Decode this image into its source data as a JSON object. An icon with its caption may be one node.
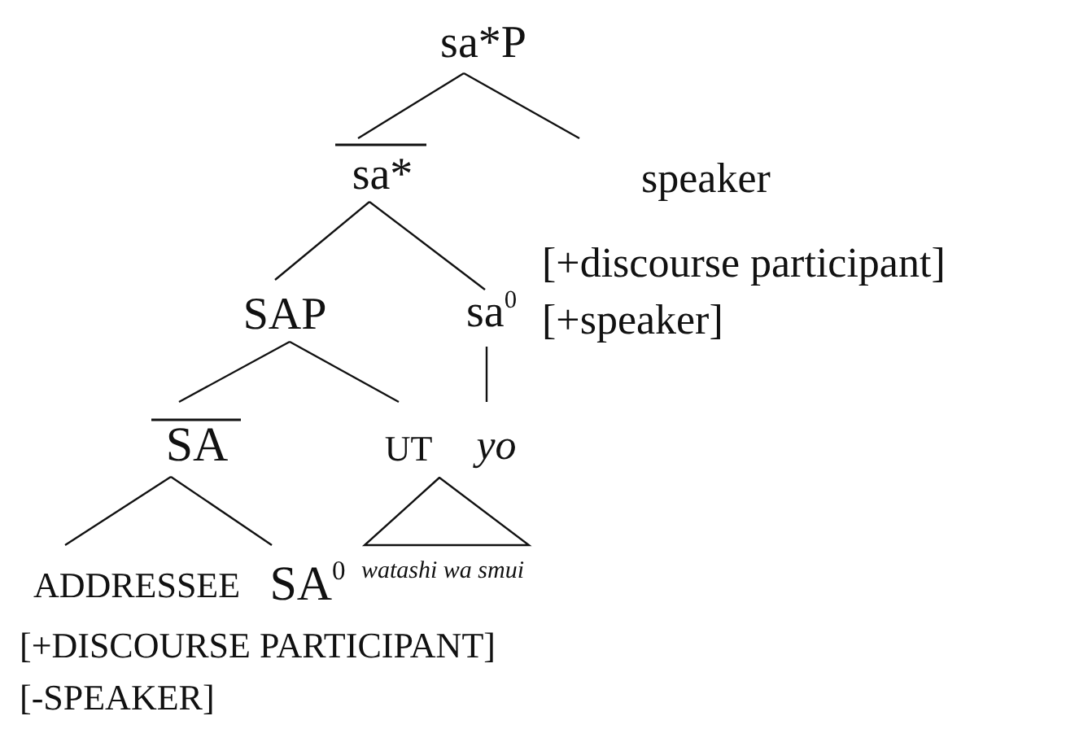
{
  "diagram": {
    "nodes": [
      {
        "text": [
          "sa*P"
        ]
      },
      {
        "text": [
          "sa*"
        ]
      },
      {
        "text": [
          "speaker",
          "[+discourse participant]",
          "[+speaker]"
        ]
      },
      {
        "text": [
          "SAP"
        ]
      },
      {
        "text": [
          "sa$^{0}$"
        ]
      },
      {
        "text": [
          "SA"
        ]
      },
      {
        "text": [
          "UT"
        ]
      },
      {
        "text": [
          "yo"
        ]
      },
      {
        "text": [
          "ADDRESSEE"
        ],
        "beside": [
          "[+DISCOURSE PARTICIPANT]",
          "[-SPEAKER]"
        ]
      },
      {
        "text": [
          "SA$^{0}$"
        ]
      },
      {
        "text": [
          "watashi wa smui"
        ]
      }
    ],
    "edges": [
      {
        "from": 0,
        "to": 1,
        "arrow": "none"
      },
      {
        "from": 0,
        "to": 2,
        "arrow": "none"
      },
      {
        "from": 1,
        "to": 3,
        "arrow": "none"
      },
      {
        "from": 1,
        "to": 4,
        "arrow": "none"
      },
      {
        "from": 3,
        "to": 5,
        "arrow": "none"
      },
      {
        "from": 3,
        "to": 6,
        "arrow": "none"
      },
      {
        "from": 4,
        "to": 7,
        "arrow": "none"
      },
      {
        "from": 5,
        "to": 8,
        "arrow": "none"
      },
      {
        "from": 5,
        "to": 9,
        "arrow": "none"
      }
    ]
  }
}
